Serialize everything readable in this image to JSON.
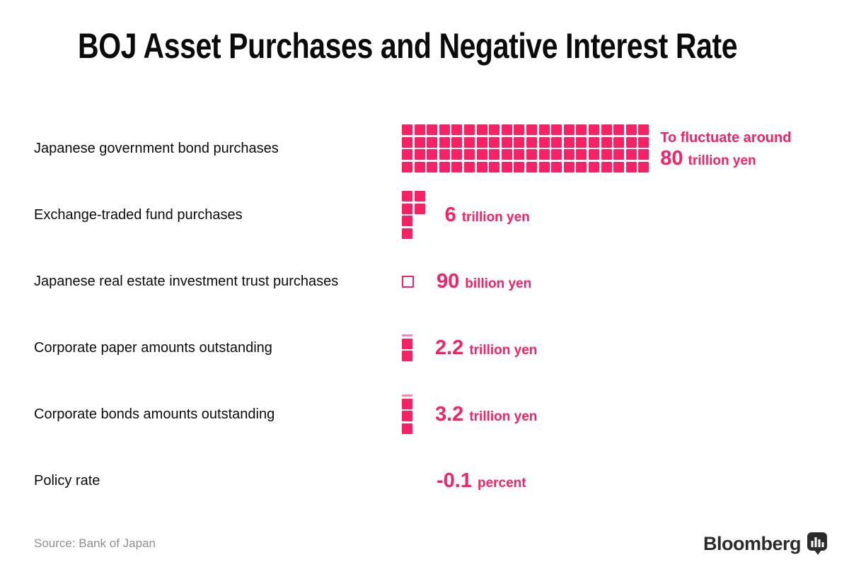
{
  "colors": {
    "accent": "#f72163",
    "text": "#0b0b0b",
    "muted": "#8f8f8f",
    "logo": "#2b2b2b"
  },
  "title": "BOJ Asset Purchases and Negative Interest Rate",
  "rows": [
    {
      "label": "Japanese government bond purchases",
      "annotation": {
        "line1": "To fluctuate around",
        "value": "80",
        "unit": "trillion yen"
      },
      "waffle": {
        "layout": "grid",
        "squares": 80,
        "grid_rows": 4
      }
    },
    {
      "label": "Exchange-traded fund purchases",
      "value": "6",
      "unit": "trillion yen",
      "waffle": {
        "layout": "grid",
        "squares": 6,
        "grid_rows": 4
      }
    },
    {
      "label": "Japanese real estate investment trust purchases",
      "value": "90",
      "unit": "billion yen",
      "waffle": {
        "layout": "single",
        "squares": 1,
        "outline": true
      }
    },
    {
      "label": "Corporate paper amounts outstanding",
      "value": "2.2",
      "unit": "trillion yen",
      "waffle": {
        "layout": "stack",
        "squares": 2,
        "partial": true
      }
    },
    {
      "label": "Corporate bonds amounts outstanding",
      "value": "3.2",
      "unit": "trillion yen",
      "waffle": {
        "layout": "stack",
        "squares": 3,
        "partial": true
      }
    },
    {
      "label": "Policy rate",
      "value": "-0.1",
      "unit": "percent"
    }
  ],
  "source": "Source: Bank of Japan",
  "logo_text": "Bloomberg",
  "chart_data": {
    "type": "bar",
    "subtype": "pictogram-waffle",
    "title": "BOJ Asset Purchases and Negative Interest Rate",
    "categories": [
      "Japanese government bond purchases",
      "Exchange-traded fund purchases",
      "Japanese real estate investment trust purchases",
      "Corporate paper amounts outstanding",
      "Corporate bonds amounts outstanding",
      "Policy rate"
    ],
    "values": [
      80,
      6,
      0.09,
      2.2,
      3.2,
      -0.1
    ],
    "value_labels": [
      "To fluctuate around 80 trillion yen",
      "6 trillion yen",
      "90 billion yen",
      "2.2 trillion yen",
      "3.2 trillion yen",
      "-0.1 percent"
    ],
    "square_counts": [
      80,
      6,
      1,
      2,
      3,
      0
    ],
    "unit_note": "one filled square = 1 trillion yen; outlined square = less than 1 trillion yen",
    "legend_position": "none",
    "grid": false,
    "source": "Bank of Japan"
  }
}
